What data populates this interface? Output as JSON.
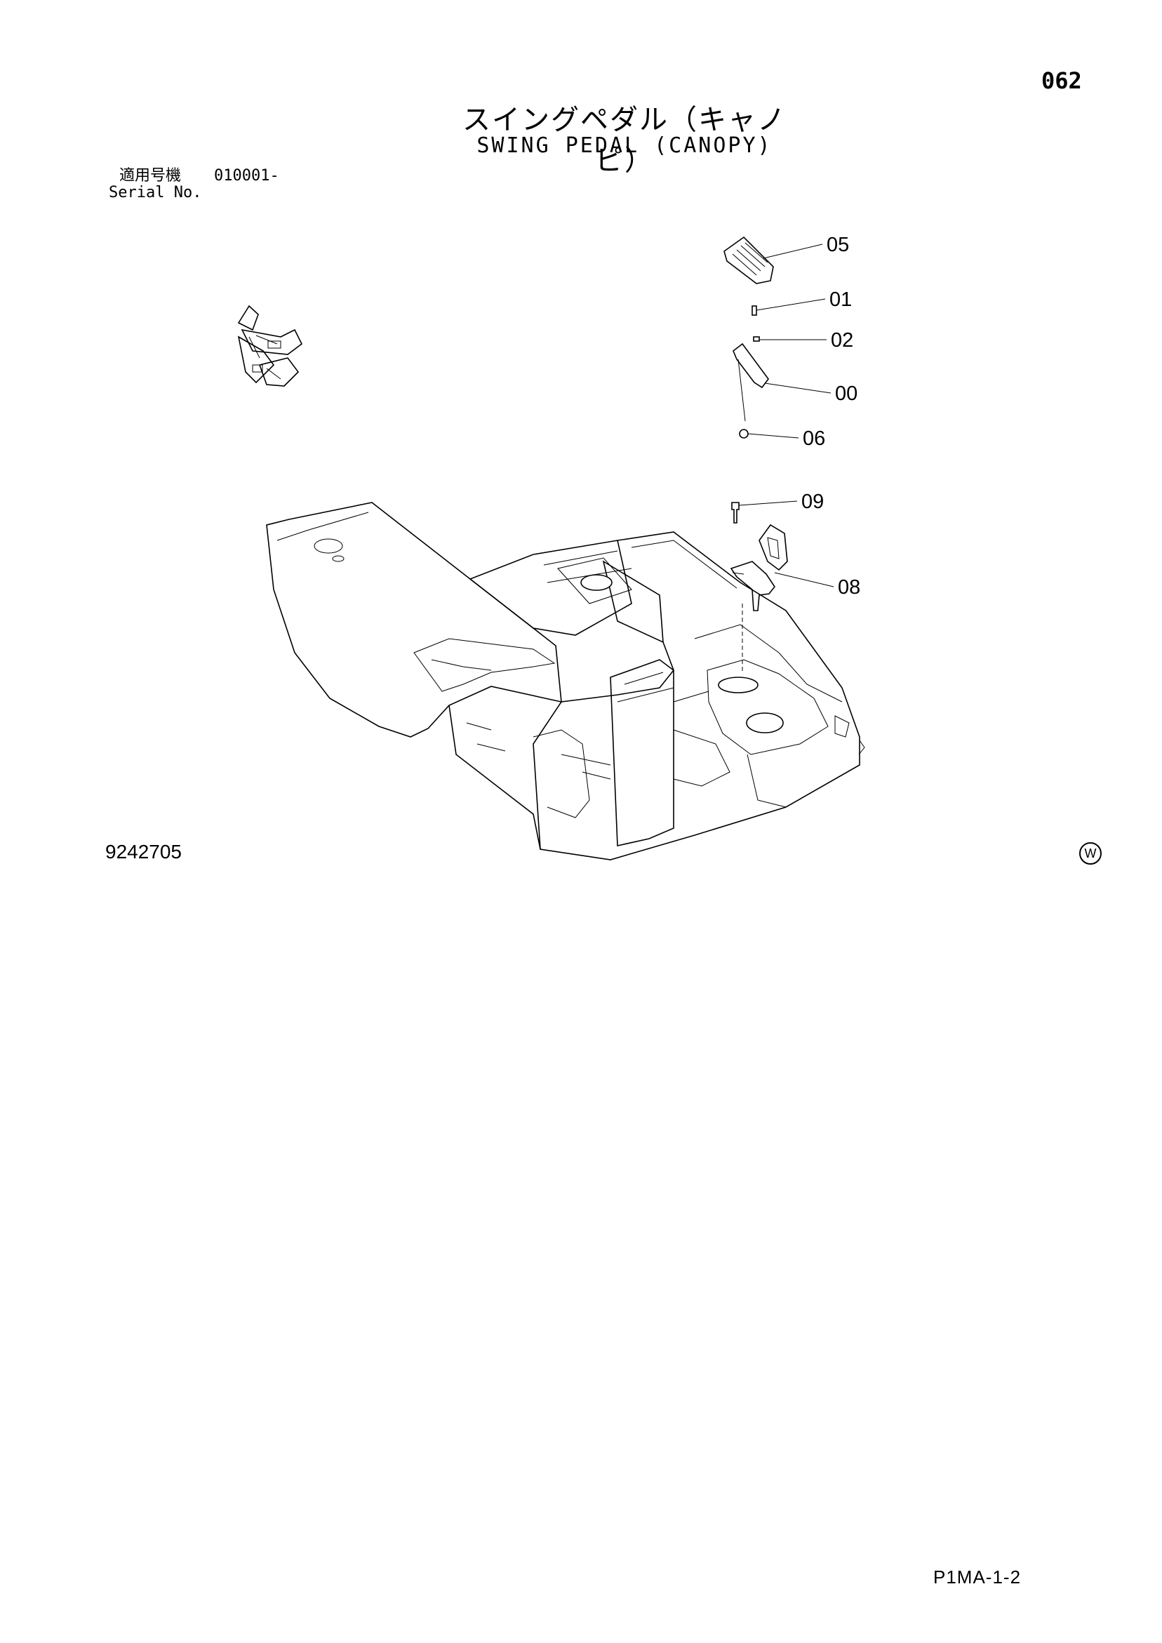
{
  "page_number": "062",
  "title_jp": "スイングペダル（キャノピ）",
  "title_en": "SWING PEDAL (CANOPY)",
  "serial_label_jp": "適用号機",
  "serial_value": "010001-",
  "serial_label_en": "Serial No.",
  "drawing_number": "9242705",
  "w_mark": "W",
  "footer_code": "P1MA-1-2",
  "callouts": [
    {
      "id": "05",
      "text": "05"
    },
    {
      "id": "01",
      "text": "01"
    },
    {
      "id": "02",
      "text": "02"
    },
    {
      "id": "00",
      "text": "00"
    },
    {
      "id": "06",
      "text": "06"
    },
    {
      "id": "09",
      "text": "09"
    },
    {
      "id": "08",
      "text": "08"
    }
  ]
}
